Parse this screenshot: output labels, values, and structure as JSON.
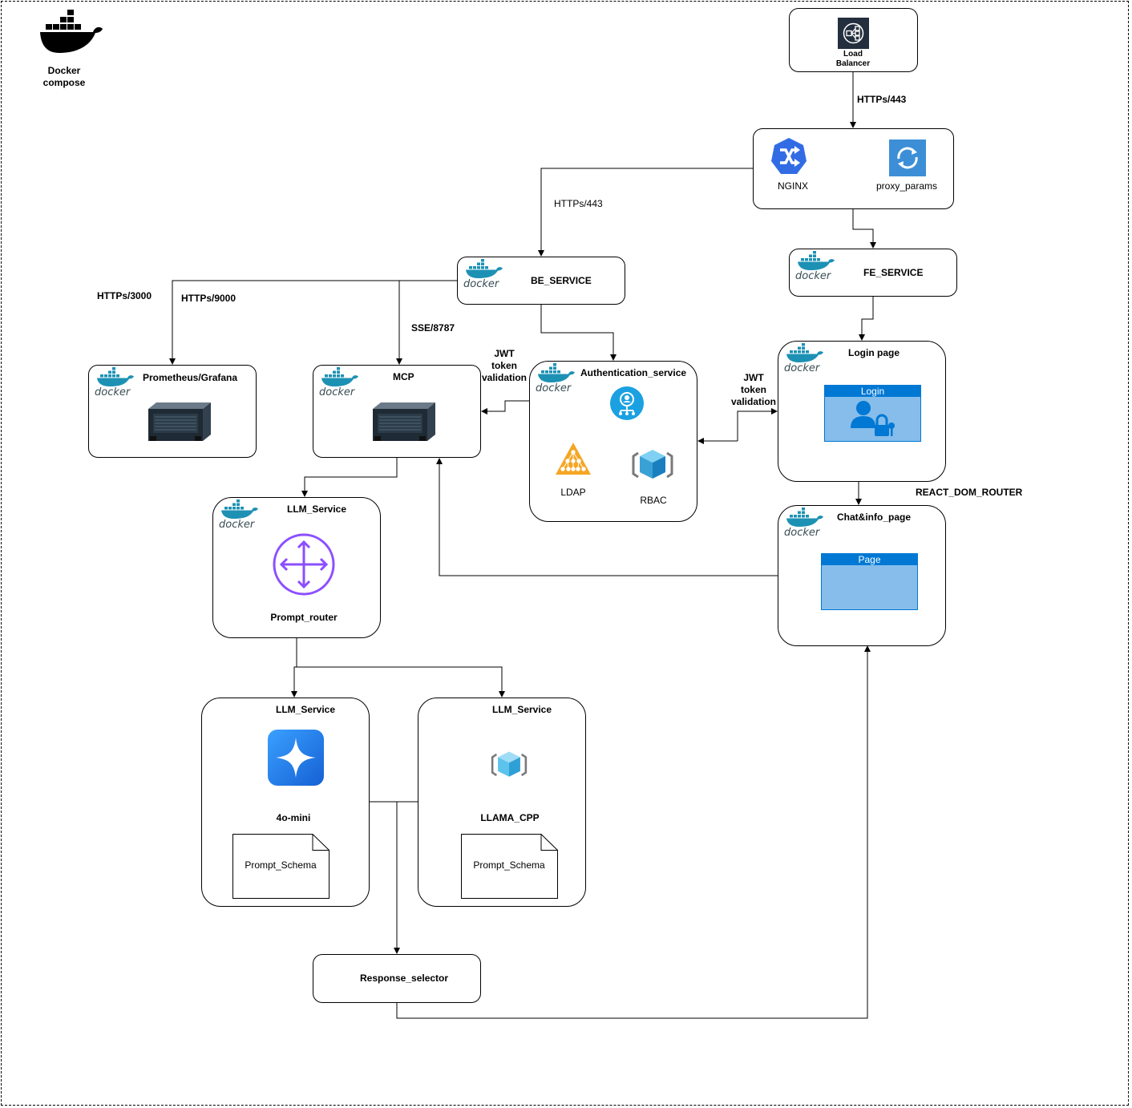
{
  "diagram": {
    "docker_compose_label": "Docker\ncompose",
    "docker_logo_text": "docker",
    "load_balancer": {
      "label": "Load\nBalancer"
    },
    "nginx_group": {
      "nginx_label": "NGINX",
      "proxy_label": "proxy_params"
    },
    "be_service": {
      "label": "BE_SERVICE"
    },
    "fe_service": {
      "label": "FE_SERVICE"
    },
    "prometheus": {
      "label": "Prometheus/Grafana"
    },
    "mcp": {
      "label": "MCP"
    },
    "auth": {
      "label": "Authentication_service",
      "ldap_label": "LDAP",
      "rbac_label": "RBAC"
    },
    "login": {
      "label": "Login page",
      "panel_title": "Login"
    },
    "chat": {
      "label": "Chat&info_page",
      "panel_title": "Page"
    },
    "llm_router": {
      "label": "LLM_Service",
      "router_label": "Prompt_router"
    },
    "llm_4o": {
      "label": "LLM_Service",
      "model_label": "4o-mini",
      "schema_label": "Prompt_Schema"
    },
    "llm_llama": {
      "label": "LLM_Service",
      "model_label": "LLAMA_CPP",
      "schema_label": "Prompt_Schema"
    },
    "response_selector": {
      "label": "Response_selector"
    },
    "edge_labels": {
      "lb_to_nginx": "HTTPs/443",
      "nginx_to_be": "HTTPs/443",
      "be_to_prometheus": "HTTPs/3000",
      "be_to_9000": "HTTPs/9000",
      "be_to_mcp": "SSE/8787",
      "auth_to_mcp": "JWT\ntoken\nvalidation",
      "auth_to_login": "JWT\ntoken\nvalidation",
      "login_to_chat": "REACT_DOM_ROUTER"
    }
  },
  "colors": {
    "docker_blue": "#1d91b4",
    "nginx_blue": "#326ce5",
    "proxy_blue": "#3c8fd6",
    "auth_blue": "#1ba1e2",
    "ldap_orange": "#f5a623",
    "rbac_blue": "#3aa1d6",
    "router_purple": "#8c4fff",
    "openai_blue": "#1a7ce8",
    "panel_blue": "#86bdea",
    "panel_bar": "#0078d4",
    "lb_dark": "#232f3e"
  }
}
